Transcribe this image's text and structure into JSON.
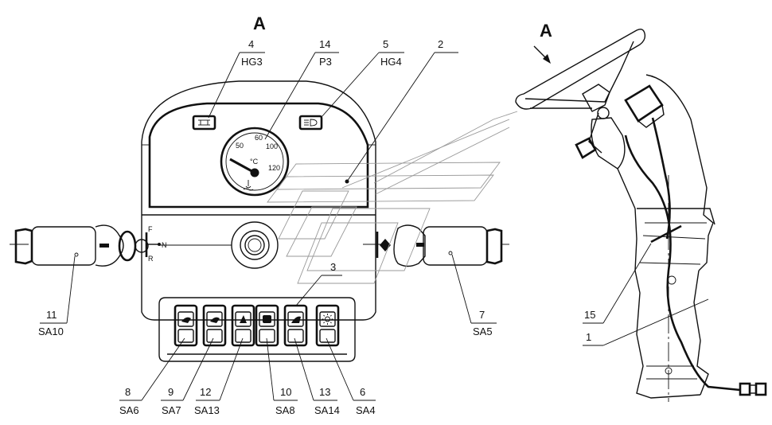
{
  "view_labels": {
    "front": "A",
    "side": "A"
  },
  "callouts": {
    "c4": {
      "num": "4",
      "code": "HG3"
    },
    "c14": {
      "num": "14",
      "code": "P3"
    },
    "c5": {
      "num": "5",
      "code": "HG4"
    },
    "c2": {
      "num": "2"
    },
    "c3": {
      "num": "3"
    },
    "c11": {
      "num": "11",
      "code": "SA10"
    },
    "c7": {
      "num": "7",
      "code": "SA5"
    },
    "c15": {
      "num": "15"
    },
    "c1": {
      "num": "1"
    },
    "c8": {
      "num": "8",
      "code": "SA6"
    },
    "c9": {
      "num": "9",
      "code": "SA7"
    },
    "c12": {
      "num": "12",
      "code": "SA13"
    },
    "c10": {
      "num": "10",
      "code": "SA8"
    },
    "c13": {
      "num": "13",
      "code": "SA14"
    },
    "c6": {
      "num": "6",
      "code": "SA4"
    }
  },
  "lever_positions": {
    "forward": "F",
    "neutral": "N",
    "reverse": "R"
  },
  "gauge": {
    "unit": "°C",
    "ticks": [
      "50",
      "60",
      "100",
      "120"
    ]
  }
}
